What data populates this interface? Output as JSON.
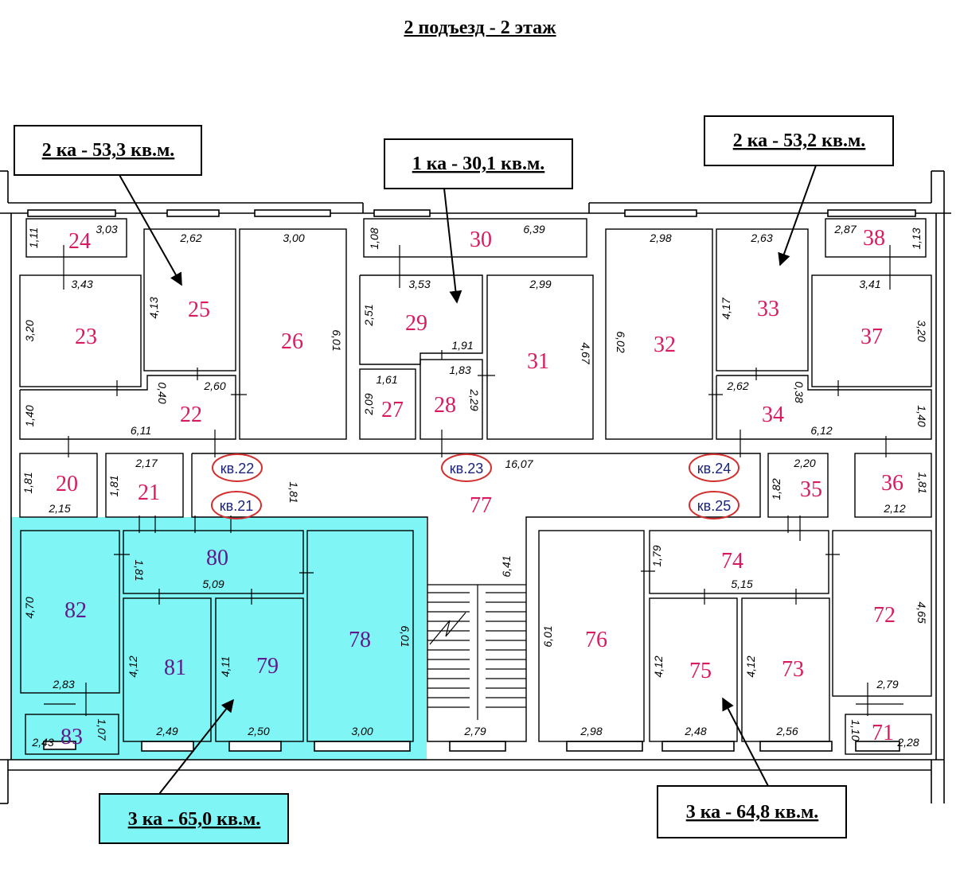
{
  "title": "2 подъезд - 2 этаж",
  "colors": {
    "room_number": "#d81b60",
    "highlight_fill": "#7ff5f5",
    "apt_label": "#1a237e",
    "apt_circle": "#d32f2f"
  },
  "callouts": {
    "a": "2 ка - 53,3 кв.м.",
    "b": "1 ка - 30,1 кв.м.",
    "c": "2 ка - 53,2 кв.м.",
    "d": "3 ка - 65,0 кв.м.",
    "e": "3 ка - 64,8 кв.м."
  },
  "apartments": {
    "kv21": "кв.21",
    "kv22": "кв.22",
    "kv23": "кв.23",
    "kv24": "кв.24",
    "kv25": "кв.25"
  },
  "rooms": {
    "r20": "20",
    "r21": "21",
    "r22": "22",
    "r23": "23",
    "r24": "24",
    "r25": "25",
    "r26": "26",
    "r27": "27",
    "r28": "28",
    "r29": "29",
    "r30": "30",
    "r31": "31",
    "r32": "32",
    "r33": "33",
    "r34": "34",
    "r35": "35",
    "r36": "36",
    "r37": "37",
    "r38": "38",
    "r71": "71",
    "r72": "72",
    "r73": "73",
    "r74": "74",
    "r75": "75",
    "r76": "76",
    "r77": "77",
    "r78": "78",
    "r79": "79",
    "r80": "80",
    "r81": "81",
    "r82": "82",
    "r83": "83"
  },
  "dims": {
    "d_111": "1,11",
    "d_303": "3,03",
    "d_262a": "2,62",
    "d_300a": "3,00",
    "d_108": "1,08",
    "d_639": "6,39",
    "d_298a": "2,98",
    "d_263": "2,63",
    "d_287": "2,87",
    "d_113": "1,13",
    "d_343": "3,43",
    "d_353": "3,53",
    "d_299": "2,99",
    "d_341": "3,41",
    "d_320a": "3,20",
    "d_413": "4,13",
    "d_601a": "6,01",
    "d_251": "2,51",
    "d_191": "1,91",
    "d_467": "4,67",
    "d_602": "6,02",
    "d_417": "4,17",
    "d_320b": "3,20",
    "d_161": "1,61",
    "d_183": "1,83",
    "d_209": "2,09",
    "d_229": "2,29",
    "d_040": "0,40",
    "d_260": "2,60",
    "d_262b": "2,62",
    "d_038": "0,38",
    "d_140a": "1,40",
    "d_611": "6,11",
    "d_612": "6,12",
    "d_140b": "1,40",
    "d_181a": "1,81",
    "d_215": "2,15",
    "d_217": "2,17",
    "d_181b": "1,81",
    "d_181c": "1,81",
    "d_1607": "16,07",
    "d_220": "2,20",
    "d_182": "1,82",
    "d_212": "2,12",
    "d_181d": "1,81",
    "d_181e": "1,81",
    "d_509": "5,09",
    "d_470": "4,70",
    "d_641": "6,41",
    "d_601b": "6,01",
    "d_412a": "4,12",
    "d_411": "4,11",
    "d_601c": "6,01",
    "d_179": "1,79",
    "d_515": "5,15",
    "d_412b": "4,12",
    "d_412c": "4,12",
    "d_465": "4,65",
    "d_283": "2,83",
    "d_107": "1,07",
    "d_243": "2,43",
    "d_249": "2,49",
    "d_250": "2,50",
    "d_300b": "3,00",
    "d_279a": "2,79",
    "d_298b": "2,98",
    "d_248": "2,48",
    "d_256": "2,56",
    "d_279b": "2,79",
    "d_110": "1,10",
    "d_228": "2,28"
  }
}
